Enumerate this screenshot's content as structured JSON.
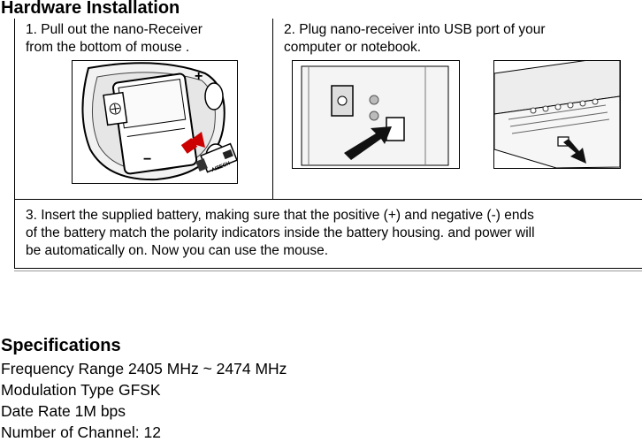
{
  "title": "Hardware Installation",
  "steps": {
    "step1": {
      "line1": "1. Pull out the nano-Receiver",
      "line2": "from the bottom of mouse ."
    },
    "step2": {
      "line1": "2. Plug nano-receiver into USB port of your",
      "line2": "computer or notebook."
    },
    "step3": {
      "line1": "3. Insert the supplied battery, making sure that the positive (+) and negative (-) ends",
      "line2": "of the battery match the polarity indicators inside the battery housing. and power will",
      "line3": "be automatically on. Now you can use the mouse."
    }
  },
  "figures": {
    "mouse": {
      "plus": "+",
      "minus": "−",
      "brand": "AITECH"
    },
    "accent_color": "#cc0000"
  },
  "specs": {
    "heading": "Specifications",
    "items": [
      "Frequency Range 2405 MHz ~ 2474 MHz",
      "Modulation Type GFSK",
      "Date Rate 1M bps",
      "Number of Channel: 12"
    ]
  }
}
